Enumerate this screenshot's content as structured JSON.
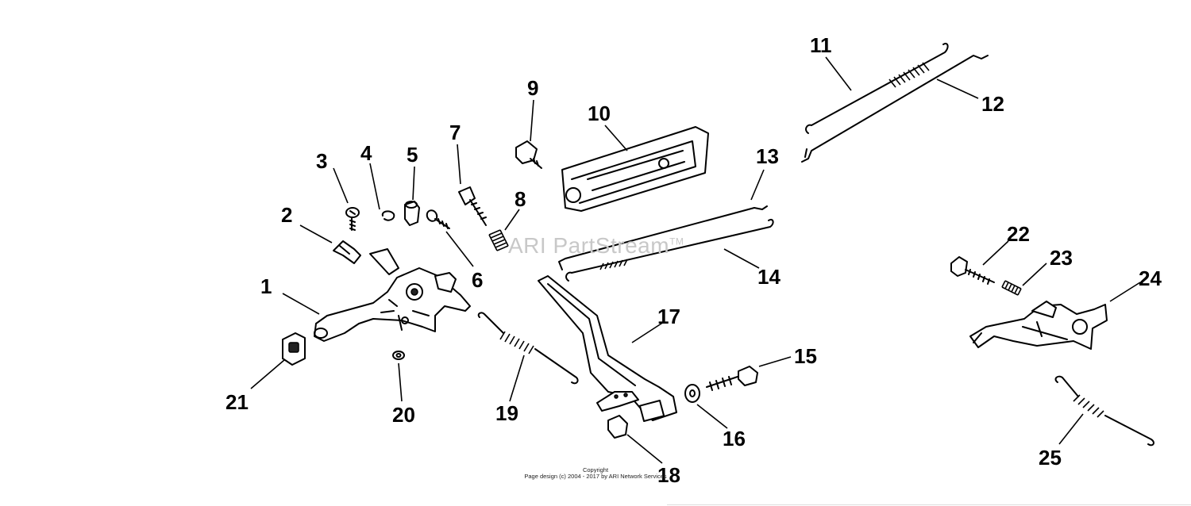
{
  "watermark": {
    "text": "ARI PartStream",
    "mark": "TM"
  },
  "copyright": {
    "line1": "Copyright",
    "line2": "Page design (c) 2004 - 2017 by ARI Network Services"
  },
  "callouts": [
    "1",
    "2",
    "3",
    "4",
    "5",
    "6",
    "7",
    "8",
    "9",
    "10",
    "11",
    "12",
    "13",
    "14",
    "15",
    "16",
    "17",
    "18",
    "19",
    "20",
    "21",
    "22",
    "23",
    "24",
    "25"
  ]
}
